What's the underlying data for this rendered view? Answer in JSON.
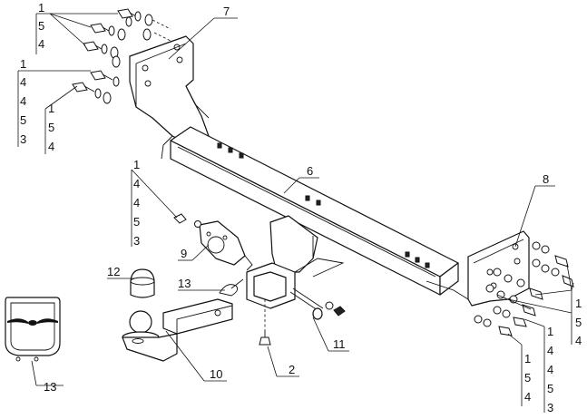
{
  "callouts": {
    "c1_top": "1",
    "c5_top": "5",
    "c4_top": "4",
    "c7": "7",
    "c1_mid": "1",
    "c4_mid": "4",
    "c4_mid2": "4",
    "c5_mid": "5",
    "c3_mid": "3",
    "c1_mid2": "1",
    "c5_mid2": "5",
    "c4_mid3": "4",
    "c6": "6",
    "c8": "8",
    "c1_left": "1",
    "c4_left": "4",
    "c4_left2": "4",
    "c5_left": "5",
    "c3_left": "3",
    "c9": "9",
    "c12": "12",
    "c13_pin": "13",
    "c13_plate": "13",
    "c10": "10",
    "c11": "11",
    "c2": "2",
    "c1_right": "1",
    "c5_right": "5",
    "c4_right": "4",
    "c1_br": "1",
    "c4_br": "4",
    "c4_br2": "4",
    "c5_br": "5",
    "c3_br": "3",
    "c1_br2": "1",
    "c5_br2": "5",
    "c4_br3": "4"
  },
  "icons": {
    "plate_logo": "winged-emblem-icon"
  }
}
